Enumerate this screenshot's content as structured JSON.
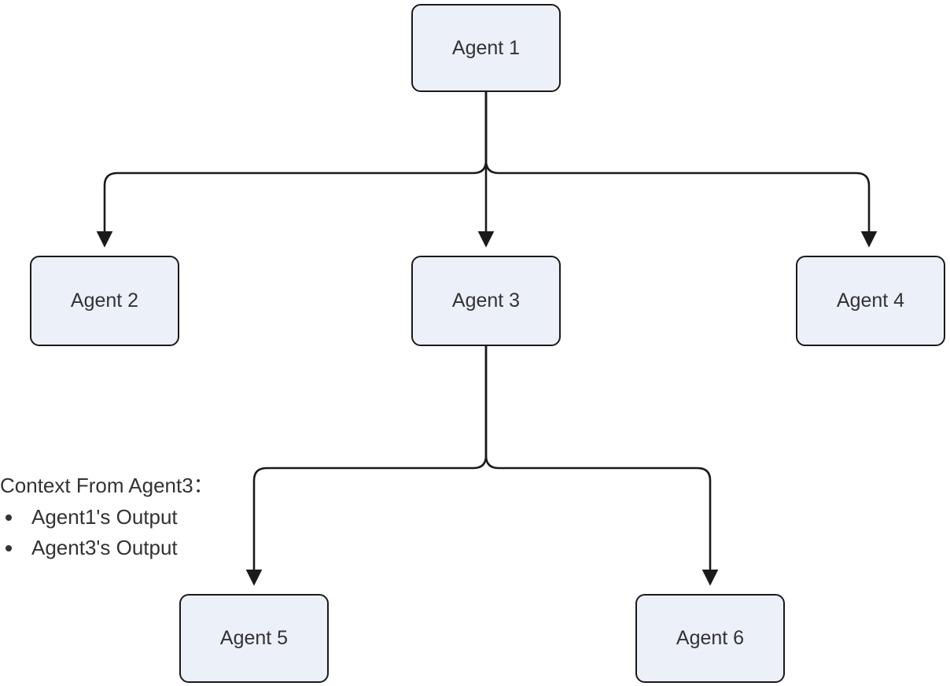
{
  "diagram": {
    "type": "flowchart-top-down",
    "background": "#ffffff",
    "colors": {
      "node_fill": "#ECF0F9",
      "node_border": "#1A1A1A",
      "edge": "#1A1A1A",
      "text": "#333333"
    },
    "nodes": [
      {
        "id": "agent1",
        "label": "Agent 1"
      },
      {
        "id": "agent2",
        "label": "Agent 2"
      },
      {
        "id": "agent3",
        "label": "Agent 3"
      },
      {
        "id": "agent4",
        "label": "Agent 4"
      },
      {
        "id": "agent5",
        "label": "Agent 5"
      },
      {
        "id": "agent6",
        "label": "Agent 6"
      }
    ],
    "edges": [
      {
        "from": "agent1",
        "to": "agent2"
      },
      {
        "from": "agent1",
        "to": "agent3"
      },
      {
        "from": "agent1",
        "to": "agent4"
      },
      {
        "from": "agent3",
        "to": "agent5"
      },
      {
        "from": "agent3",
        "to": "agent6"
      }
    ],
    "annotation": {
      "title": "Context From Agent3：",
      "items": [
        "Agent1's Output",
        "Agent3's Output"
      ]
    }
  }
}
